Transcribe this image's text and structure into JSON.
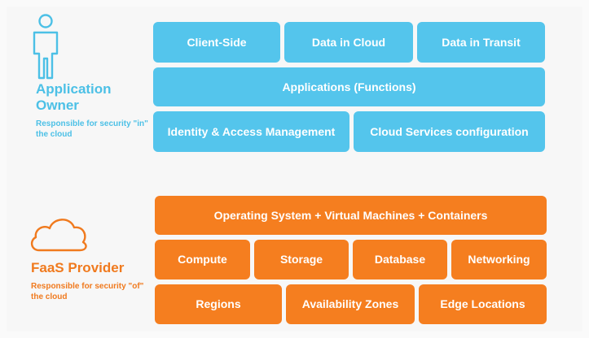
{
  "owner": {
    "title": "Application Owner",
    "description": "Responsible for security \"in\" the cloud",
    "icon": "person-icon"
  },
  "provider": {
    "title": "FaaS Provider",
    "description": "Responsible for security \"of\" the cloud",
    "icon": "cloud-icon"
  },
  "owner_layers": {
    "row1": [
      "Client-Side",
      "Data in Cloud",
      "Data in Transit"
    ],
    "row2": "Applications (Functions)",
    "row3": [
      "Identity & Access Management",
      "Cloud Services configuration"
    ]
  },
  "provider_layers": {
    "row1": "Operating System + Virtual Machines + Containers",
    "row2": [
      "Compute",
      "Storage",
      "Database",
      "Networking"
    ],
    "row3": [
      "Regions",
      "Availability Zones",
      "Edge Locations"
    ]
  },
  "colors": {
    "owner": "#54c5ec",
    "provider": "#f57e1f"
  }
}
